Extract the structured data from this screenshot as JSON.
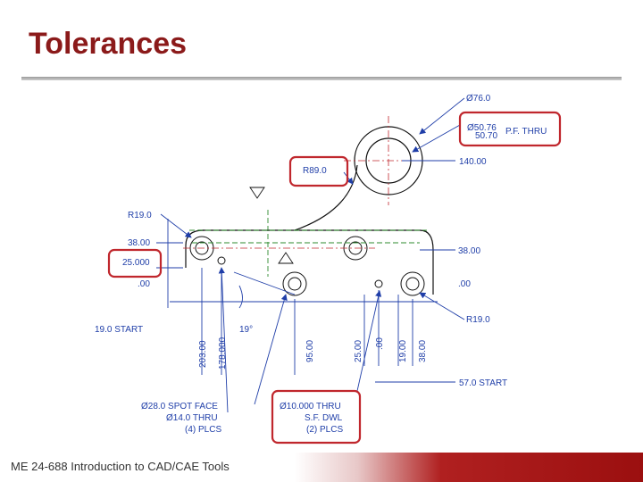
{
  "title": "Tolerances",
  "footer": "ME 24-688 Introduction to CAD/CAE Tools",
  "colors": {
    "title": "#8b1a1a",
    "highlight": "#c0272d",
    "dimension": "#1f3ea8",
    "hidden": "#2e8b2e",
    "accent_bar": "#9b0f0f"
  },
  "drawing": {
    "dims": {
      "d76": "Ø76.0",
      "pf_a": "Ø50.76",
      "pf_b": "50.70",
      "pf_label": "P.F. THRU",
      "d140": "140.00",
      "r89": "R89.0",
      "r19_top": "R19.0",
      "d38_left": "38.00",
      "d25": "25.000",
      "d0_left": ".00",
      "d38_right": "38.00",
      "d0_right": ".00",
      "r19_right": "R19.0",
      "start19": "19.0 START",
      "angle19": "19°",
      "v203": "203.00",
      "v178": "178.000",
      "v95": "95.00",
      "v25": "25.00",
      "v0": ".00",
      "v19": "19.00",
      "v38": "38.00",
      "start57": "57.0 START",
      "spot1": "Ø28.0 SPOT FACE",
      "spot2": "Ø14.0 THRU",
      "spot3": "(4) PLCS",
      "dwl1": "Ø10.000 THRU",
      "dwl2": "S.F. DWL",
      "dwl3": "(2) PLCS"
    }
  }
}
